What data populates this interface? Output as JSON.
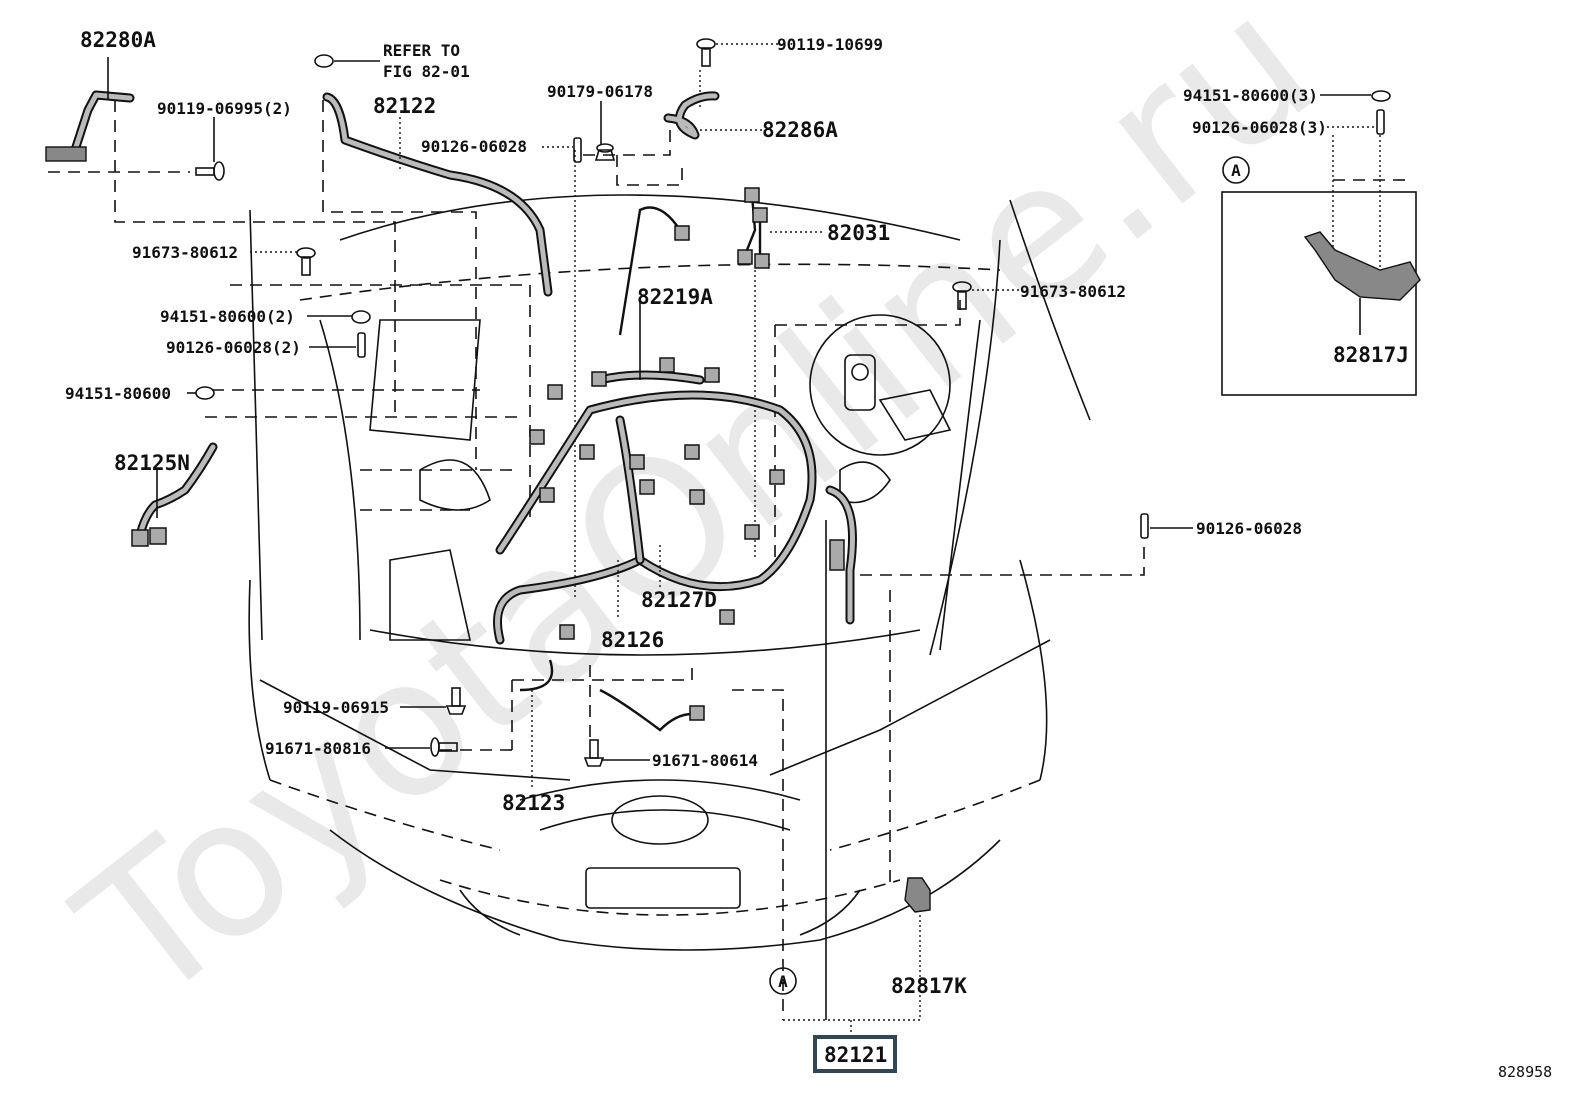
{
  "diagram": {
    "figure_id": "828958",
    "watermark": "ToyotaOnline.ru",
    "highlighted_assembly": "82121",
    "callout_marker": "A",
    "inset": {
      "marker": "A",
      "part_label": "82817J",
      "fasteners": [
        {
          "label": "94151-80600(3)"
        },
        {
          "label": "90126-06028(3)"
        }
      ]
    },
    "labels": {
      "p82280A": "82280A",
      "p90119_06995": "90119-06995(2)",
      "refer_line1": "REFER TO",
      "refer_line2": "FIG 82-01",
      "p82122": "82122",
      "p90126_06028_top": "90126-06028",
      "p90179_06178": "90179-06178",
      "p90119_10699": "90119-10699",
      "p82286A": "82286A",
      "p82031": "82031",
      "p82219A": "82219A",
      "p91673_80612_left": "91673-80612",
      "p91673_80612_right": "91673-80612",
      "p94151_80600_2": "94151-80600(2)",
      "p90126_06028_2": "90126-06028(2)",
      "p94151_80600": "94151-80600",
      "p82125N": "82125N",
      "p90126_06028_right": "90126-06028",
      "p82127D": "82127D",
      "p82126": "82126",
      "p90119_06915": "90119-06915",
      "p91671_80816": "91671-80816",
      "p91671_80614": "91671-80614",
      "p82123": "82123",
      "p82817K": "82817K",
      "p82121": "82121"
    },
    "colors": {
      "ink": "#111111",
      "highlight_box": "#2f4858",
      "watermark": "#e9e9e9"
    }
  }
}
